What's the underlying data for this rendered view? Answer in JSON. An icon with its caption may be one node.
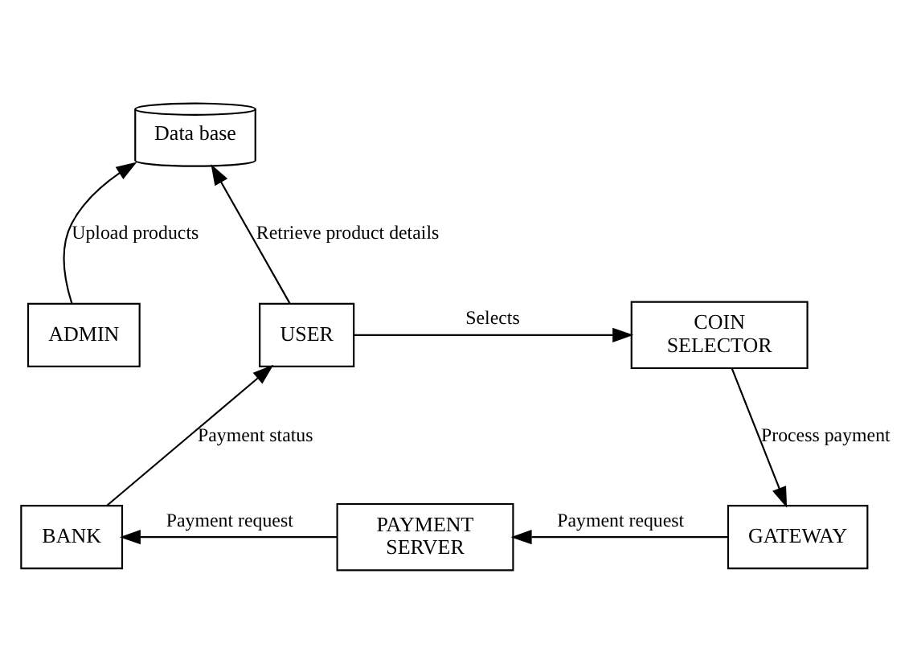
{
  "diagram": {
    "nodes": [
      {
        "text": [
          "Data base"
        ]
      },
      {
        "text": [
          "ADMIN"
        ]
      },
      {
        "text": [
          "USER"
        ]
      },
      {
        "text": [
          "COIN SELECTOR"
        ]
      },
      {
        "text": [
          "GATEWAY"
        ]
      },
      {
        "text": [
          "PAYMENT SERVER"
        ]
      },
      {
        "text": [
          "BANK"
        ]
      }
    ],
    "edges": [
      {
        "from": 1,
        "to": 0,
        "arrow": "to",
        "label": "Upload products"
      },
      {
        "from": 2,
        "to": 0,
        "arrow": "to",
        "label": "Retrieve product details"
      },
      {
        "from": 2,
        "to": 3,
        "arrow": "to",
        "label": "Selects"
      },
      {
        "from": 3,
        "to": 4,
        "arrow": "to",
        "label": "Process payment"
      },
      {
        "from": 4,
        "to": 5,
        "arrow": "to",
        "label": "Payment request"
      },
      {
        "from": 5,
        "to": 6,
        "arrow": "to",
        "label": "Payment request"
      },
      {
        "from": 6,
        "to": 2,
        "arrow": "to",
        "label": "Payment status"
      }
    ]
  }
}
